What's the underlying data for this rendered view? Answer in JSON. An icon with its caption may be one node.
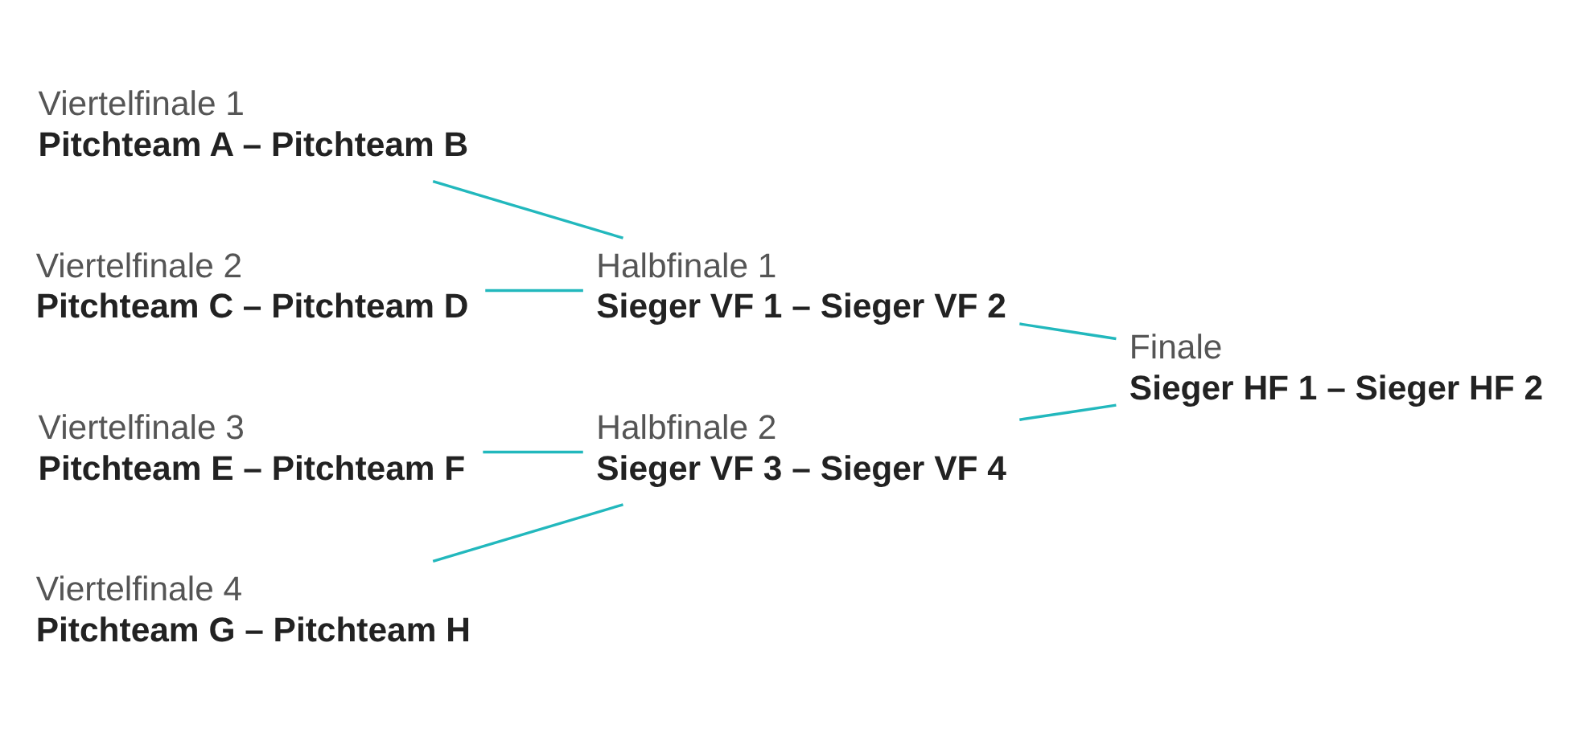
{
  "diagram": {
    "nodes": [
      {
        "text": [
          "Viertelfinale 1",
          "Pitchteam A – Pitchteam B"
        ]
      },
      {
        "text": [
          "Viertelfinale 2",
          "Pitchteam C – Pitchteam D"
        ]
      },
      {
        "text": [
          "Viertelfinale 3",
          "Pitchteam E – Pitchteam F"
        ]
      },
      {
        "text": [
          "Viertelfinale 4",
          "Pitchteam G – Pitchteam H"
        ]
      },
      {
        "text": [
          "Halbfinale 1",
          "Sieger VF 1 – Sieger VF 2"
        ]
      },
      {
        "text": [
          "Halbfinale 2",
          "Sieger VF 3 – Sieger VF 4"
        ]
      },
      {
        "text": [
          "Finale",
          "Sieger HF 1 – Sieger HF 2"
        ]
      }
    ],
    "edges": [
      {
        "from": 0,
        "to": 4,
        "arrow": "none"
      },
      {
        "from": 1,
        "to": 4,
        "arrow": "none"
      },
      {
        "from": 2,
        "to": 5,
        "arrow": "none"
      },
      {
        "from": 3,
        "to": 5,
        "arrow": "none"
      },
      {
        "from": 4,
        "to": 6,
        "arrow": "none"
      },
      {
        "from": 5,
        "to": 6,
        "arrow": "none"
      }
    ]
  }
}
